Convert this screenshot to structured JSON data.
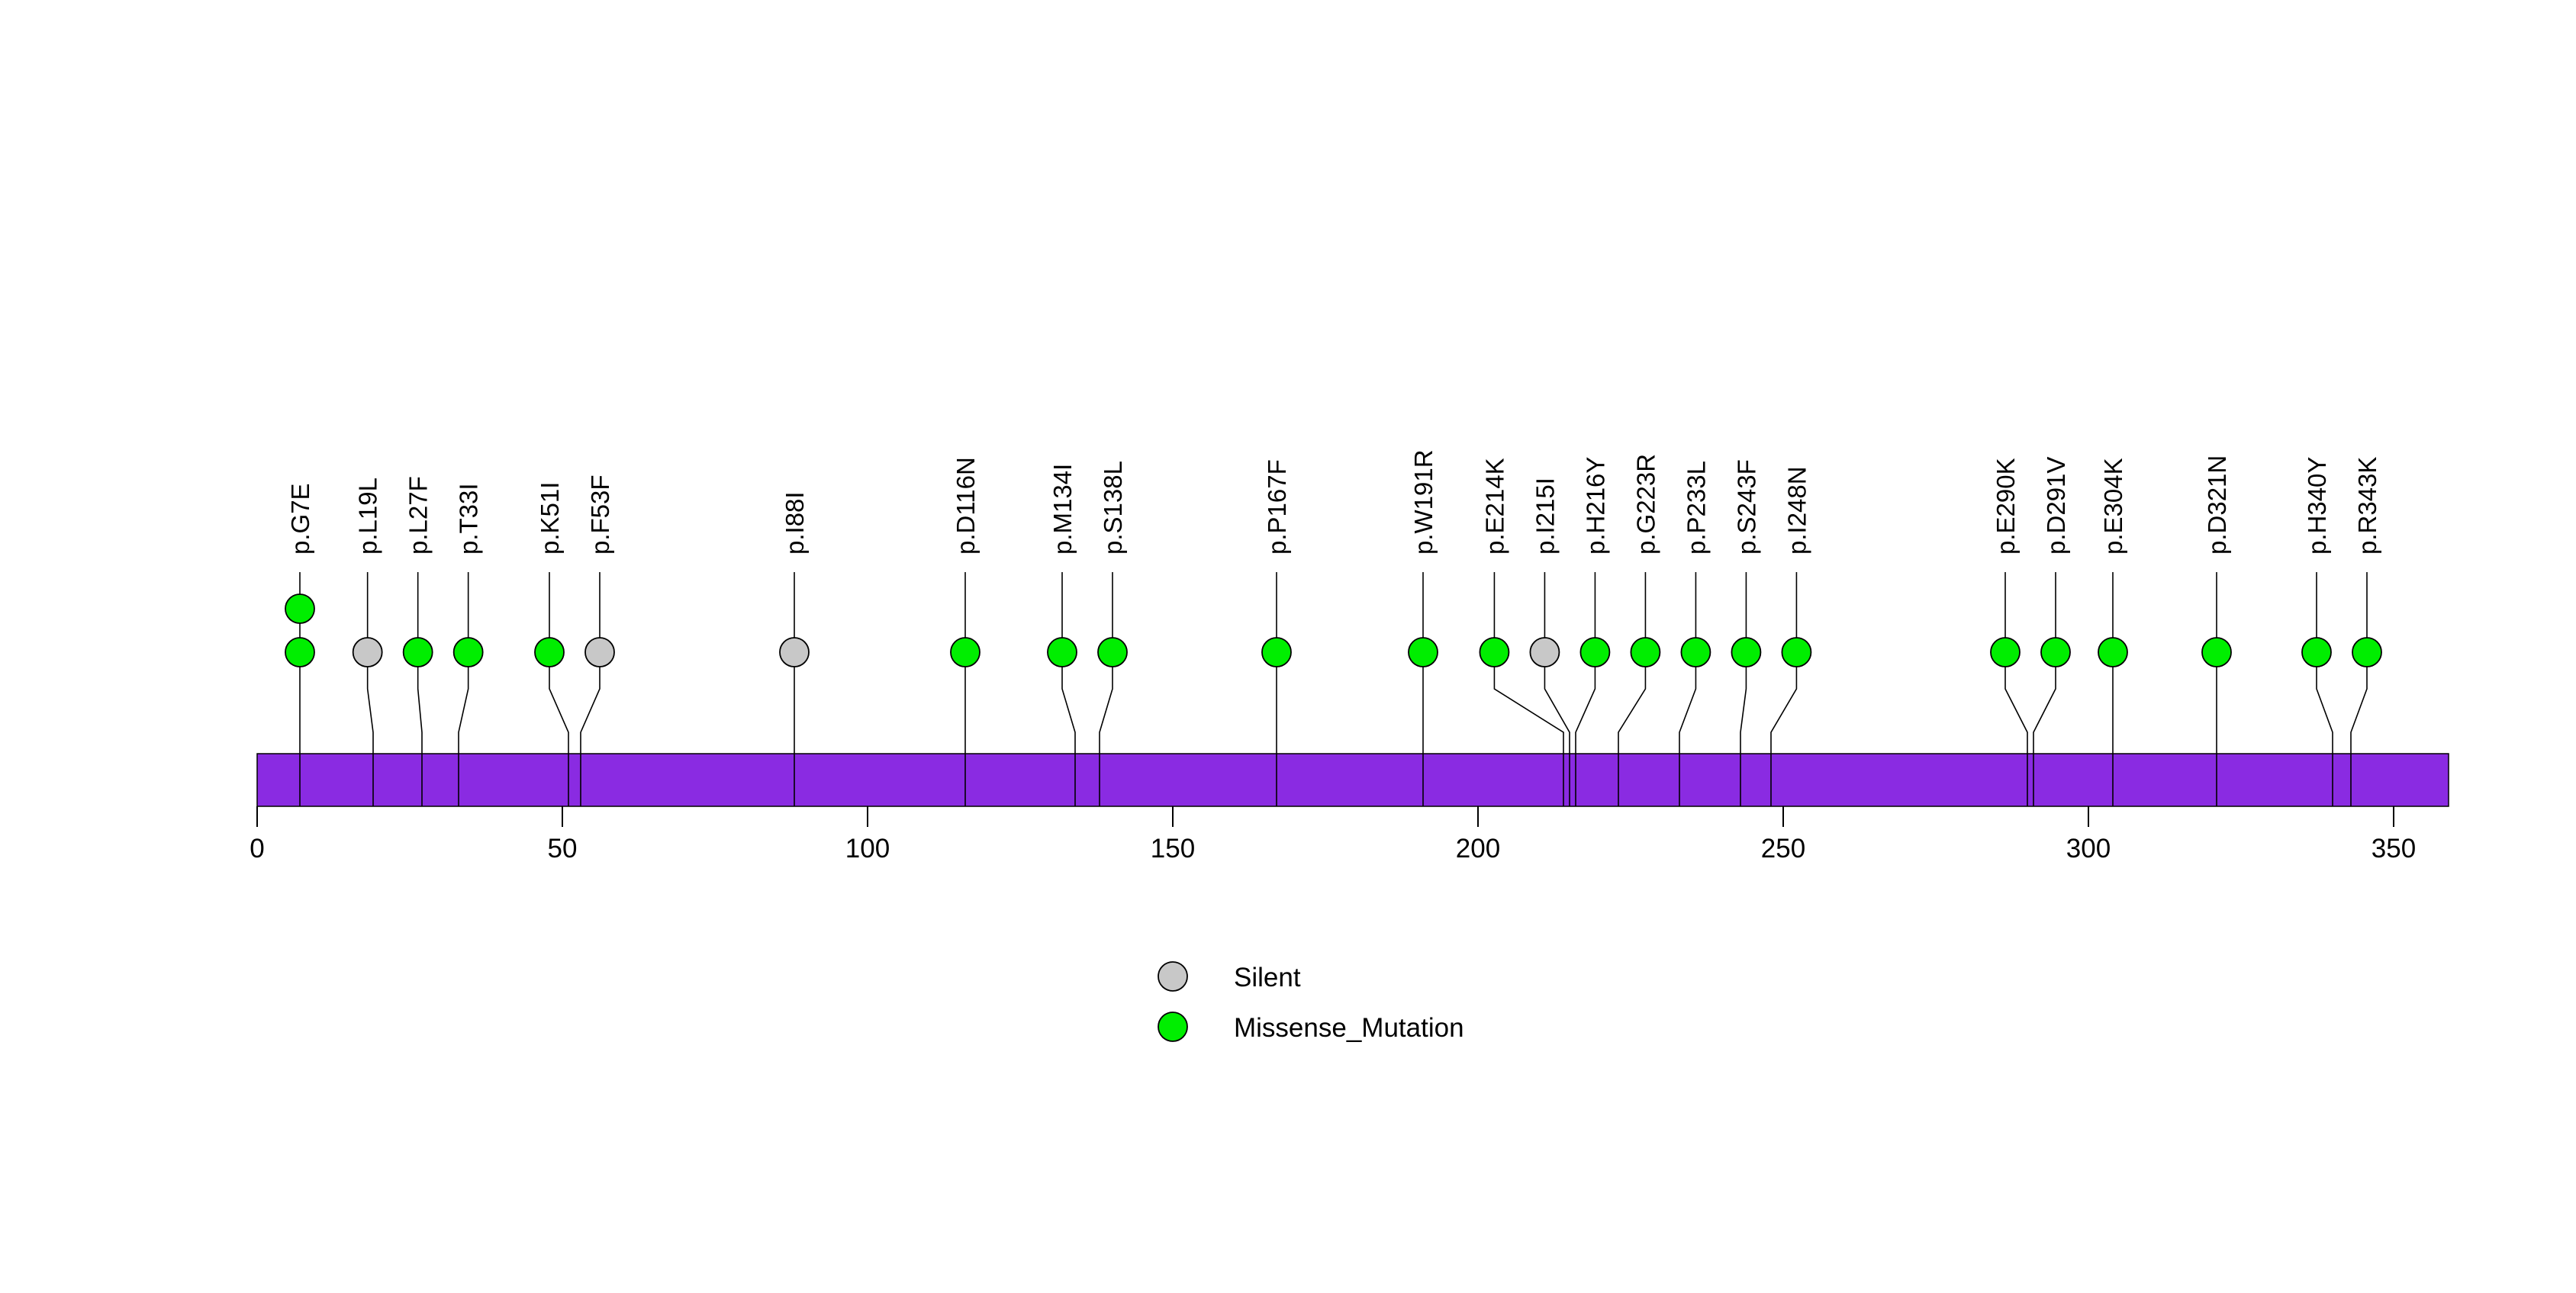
{
  "chart_data": {
    "type": "scatter",
    "variant": "lollipop-mutation-plot",
    "title": "",
    "xlabel": "",
    "ylabel": "",
    "x_axis": {
      "ticks": [
        0,
        50,
        100,
        150,
        200,
        250,
        300,
        350
      ],
      "min": 0,
      "max": 359,
      "grid": false
    },
    "protein": {
      "length_aa": 359,
      "bar_color": "#8A2BE2"
    },
    "mutations": [
      {
        "label": "p.G7E",
        "position": 7,
        "type": "Missense_Mutation",
        "count": 2
      },
      {
        "label": "p.L19L",
        "position": 19,
        "type": "Silent",
        "count": 1
      },
      {
        "label": "p.L27F",
        "position": 27,
        "type": "Missense_Mutation",
        "count": 1
      },
      {
        "label": "p.T33I",
        "position": 33,
        "type": "Missense_Mutation",
        "count": 1
      },
      {
        "label": "p.K51I",
        "position": 51,
        "type": "Missense_Mutation",
        "count": 1
      },
      {
        "label": "p.F53F",
        "position": 53,
        "type": "Silent",
        "count": 1
      },
      {
        "label": "p.I88I",
        "position": 88,
        "type": "Silent",
        "count": 1
      },
      {
        "label": "p.D116N",
        "position": 116,
        "type": "Missense_Mutation",
        "count": 1
      },
      {
        "label": "p.M134I",
        "position": 134,
        "type": "Missense_Mutation",
        "count": 1
      },
      {
        "label": "p.S138L",
        "position": 138,
        "type": "Missense_Mutation",
        "count": 1
      },
      {
        "label": "p.P167F",
        "position": 167,
        "type": "Missense_Mutation",
        "count": 1
      },
      {
        "label": "p.W191R",
        "position": 191,
        "type": "Missense_Mutation",
        "count": 1
      },
      {
        "label": "p.E214K",
        "position": 214,
        "type": "Missense_Mutation",
        "count": 1
      },
      {
        "label": "p.I215I",
        "position": 215,
        "type": "Silent",
        "count": 1
      },
      {
        "label": "p.H216Y",
        "position": 216,
        "type": "Missense_Mutation",
        "count": 1
      },
      {
        "label": "p.G223R",
        "position": 223,
        "type": "Missense_Mutation",
        "count": 1
      },
      {
        "label": "p.P233L",
        "position": 233,
        "type": "Missense_Mutation",
        "count": 1
      },
      {
        "label": "p.S243F",
        "position": 243,
        "type": "Missense_Mutation",
        "count": 1
      },
      {
        "label": "p.I248N",
        "position": 248,
        "type": "Missense_Mutation",
        "count": 1
      },
      {
        "label": "p.E290K",
        "position": 290,
        "type": "Missense_Mutation",
        "count": 1
      },
      {
        "label": "p.D291V",
        "position": 291,
        "type": "Missense_Mutation",
        "count": 1
      },
      {
        "label": "p.E304K",
        "position": 304,
        "type": "Missense_Mutation",
        "count": 1
      },
      {
        "label": "p.D321N",
        "position": 321,
        "type": "Missense_Mutation",
        "count": 1
      },
      {
        "label": "p.H340Y",
        "position": 340,
        "type": "Missense_Mutation",
        "count": 1
      },
      {
        "label": "p.R343K",
        "position": 343,
        "type": "Missense_Mutation",
        "count": 1
      }
    ],
    "legend": {
      "position": "bottom-center",
      "entries": [
        {
          "label": "Silent",
          "color": "#C8C8C8"
        },
        {
          "label": "Missense_Mutation",
          "color": "#00EE00"
        }
      ]
    },
    "colors": {
      "Silent": "#C8C8C8",
      "Missense_Mutation": "#00EE00",
      "domain_bar": "#8A2BE2",
      "stroke": "#000000",
      "background": "#FFFFFF"
    }
  }
}
